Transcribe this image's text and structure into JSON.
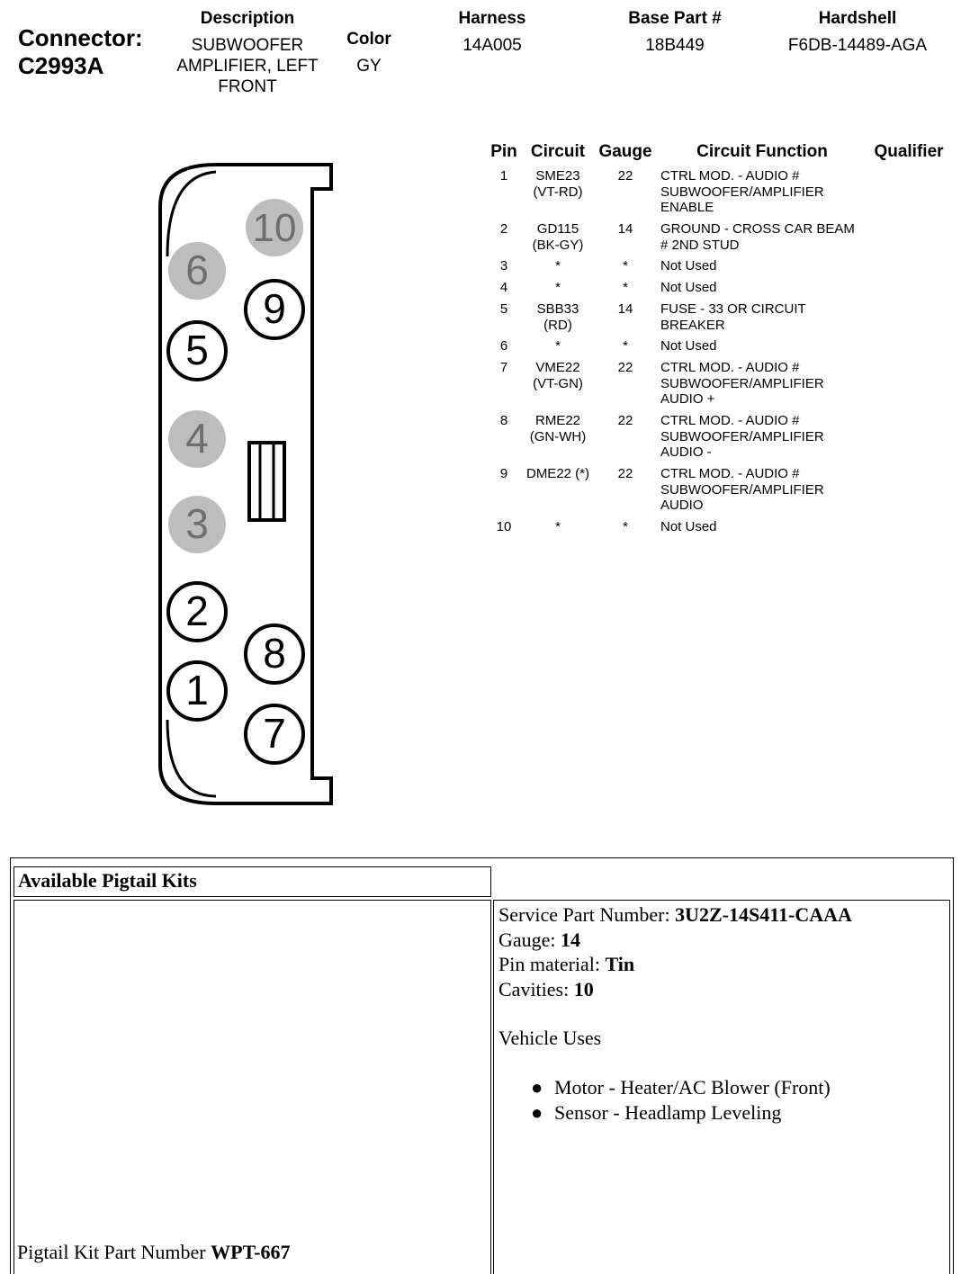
{
  "header": {
    "connector_label": "Connector:",
    "connector_id": "C2993A",
    "description_label": "Description",
    "description_lines": [
      "SUBWOOFER",
      "AMPLIFIER, LEFT",
      "FRONT"
    ],
    "color_label": "Color",
    "color_value": "GY",
    "harness_label": "Harness",
    "harness_value": "14A005",
    "base_part_label": "Base Part #",
    "base_part_value": "18B449",
    "hardshell_label": "Hardshell",
    "hardshell_value": "F6DB-14489-AGA"
  },
  "pin_table": {
    "headers": {
      "pin": "Pin",
      "circuit": "Circuit",
      "gauge": "Gauge",
      "function": "Circuit Function",
      "qualifier": "Qualifier"
    },
    "rows": [
      {
        "pin": "1",
        "circuit": [
          "SME23",
          "(VT-RD)"
        ],
        "gauge": "22",
        "function": [
          "CTRL MOD. - AUDIO #",
          "SUBWOOFER/AMPLIFIER",
          "ENABLE"
        ]
      },
      {
        "pin": "2",
        "circuit": [
          "GD115",
          "(BK-GY)"
        ],
        "gauge": "14",
        "function": [
          "GROUND - CROSS CAR BEAM",
          "# 2ND STUD"
        ]
      },
      {
        "pin": "3",
        "circuit": [
          "*"
        ],
        "gauge": "*",
        "function": [
          "Not Used"
        ]
      },
      {
        "pin": "4",
        "circuit": [
          "*"
        ],
        "gauge": "*",
        "function": [
          "Not Used"
        ]
      },
      {
        "pin": "5",
        "circuit": [
          "SBB33",
          "(RD)"
        ],
        "gauge": "14",
        "function": [
          "FUSE - 33 OR CIRCUIT",
          "BREAKER"
        ]
      },
      {
        "pin": "6",
        "circuit": [
          "*"
        ],
        "gauge": "*",
        "function": [
          "Not Used"
        ]
      },
      {
        "pin": "7",
        "circuit": [
          "VME22",
          "(VT-GN)"
        ],
        "gauge": "22",
        "function": [
          "CTRL MOD. - AUDIO #",
          "SUBWOOFER/AMPLIFIER",
          "AUDIO +"
        ]
      },
      {
        "pin": "8",
        "circuit": [
          "RME22",
          "(GN-WH)"
        ],
        "gauge": "22",
        "function": [
          "CTRL MOD. - AUDIO #",
          "SUBWOOFER/AMPLIFIER",
          "AUDIO -"
        ]
      },
      {
        "pin": "9",
        "circuit": [
          "DME22 (*)"
        ],
        "gauge": "22",
        "function": [
          "CTRL MOD. - AUDIO #",
          "SUBWOOFER/AMPLIFIER",
          "AUDIO"
        ]
      },
      {
        "pin": "10",
        "circuit": [
          "*"
        ],
        "gauge": "*",
        "function": [
          "Not Used"
        ]
      }
    ]
  },
  "connector_diagram": {
    "pins": [
      {
        "label": "10",
        "used": false
      },
      {
        "label": "6",
        "used": false
      },
      {
        "label": "9",
        "used": true
      },
      {
        "label": "5",
        "used": true
      },
      {
        "label": "4",
        "used": false
      },
      {
        "label": "3",
        "used": false
      },
      {
        "label": "2",
        "used": true
      },
      {
        "label": "8",
        "used": true
      },
      {
        "label": "1",
        "used": true
      },
      {
        "label": "7",
        "used": true
      }
    ],
    "colors": {
      "used_fill": "#ffffff",
      "unused_fill": "#bdbdbd",
      "unused_text": "#6e6e6e"
    }
  },
  "pigtail": {
    "title": "Available Pigtail Kits",
    "kit_label": "Pigtail Kit Part Number",
    "kit_value": "WPT-667",
    "service_label": "Service Part Number:",
    "service_value": "3U2Z-14S411-CAAA",
    "gauge_label": "Gauge:",
    "gauge_value": "14",
    "pin_material_label": "Pin material:",
    "pin_material_value": "Tin",
    "cavities_label": "Cavities:",
    "cavities_value": "10",
    "vehicle_uses_label": "Vehicle Uses",
    "vehicle_uses": [
      "Motor - Heater/AC Blower (Front)",
      "Sensor - Headlamp Leveling"
    ]
  }
}
